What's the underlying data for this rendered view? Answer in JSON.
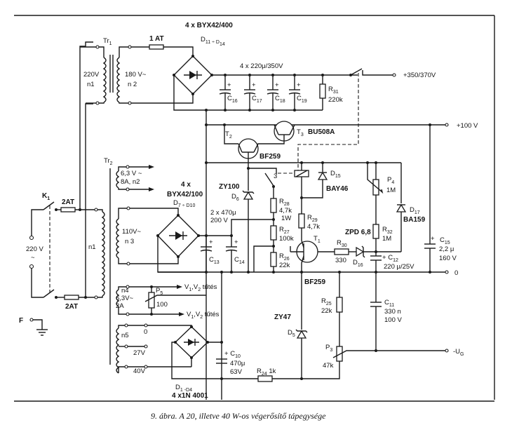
{
  "figure": {
    "caption": "9. ábra. A 20, illetve 40 W-os végerősítő tápegysége"
  },
  "mains": {
    "switch": "K",
    "switch_sub": "1",
    "voltage": "220 V",
    "ac_symbol": "~",
    "fuse_top": "2AT",
    "fuse_bottom": "2AT",
    "ground": "F"
  },
  "tr1": {
    "name": "Tr",
    "name_sub": "1",
    "primary_v": "220V",
    "primary_n": "n1",
    "secondary_v": "180 V~",
    "secondary_n": "n 2",
    "fuse": "1 AT"
  },
  "hv_rectifier": {
    "type": "4 x BYX42/400",
    "diodes": "D",
    "diodes_range": "11 ÷ D",
    "diodes_end": "14"
  },
  "hv_caps": {
    "label": "4 x 220μ/350V",
    "items": [
      {
        "name": "C",
        "sub": "16"
      },
      {
        "name": "C",
        "sub": "17"
      },
      {
        "name": "C",
        "sub": "18"
      },
      {
        "name": "C",
        "sub": "19"
      }
    ],
    "r31_name": "R",
    "r31_sub": "31",
    "r31_val": "220k",
    "output": "+350/370V"
  },
  "pass_transistors": {
    "t2": "T",
    "t2_sub": "2",
    "t2_type": "BF259",
    "t3": "T",
    "t3_sub": "3",
    "t3_type": "BU508A",
    "output_100": "+100 V"
  },
  "tr2": {
    "name": "Tr",
    "name_sub": "2",
    "w_n2_v": "6,3 V ~",
    "w_n2_a": "8A, n2",
    "n1": "n1",
    "w_n3_v": "110V~",
    "w_n3_n": "n 3",
    "w_n4_n": "n4",
    "w_n4_v": "6,3V~",
    "w_n4_a": "2A",
    "w_n5_n": "n5",
    "tap_0": "0",
    "tap_27": "27V",
    "tap_40": "40V"
  },
  "mv_rectifier": {
    "count": "4 x",
    "type": "BYX42/100",
    "diodes": "D",
    "range": "7 ÷ D",
    "end": "10",
    "caps_label": "2 x 470μ",
    "caps_v": "200 V",
    "c13": "C",
    "c13_sub": "13",
    "c14": "C",
    "c14_sub": "14"
  },
  "regulator": {
    "zy100": "ZY100",
    "d6": "D",
    "d6_sub": "6",
    "relay_pin": "3",
    "r28": "R",
    "r28_sub": "28",
    "r28_val": "4,7k",
    "r28_w": "1W",
    "r27": "R",
    "r27_sub": "27",
    "r27_val": "100k",
    "r26": "R",
    "r26_sub": "26",
    "r26_val": "22k",
    "d15": "D",
    "d15_sub": "15",
    "d15_type": "BAY46",
    "r29": "R",
    "r29_sub": "29",
    "r29_val": "4,7k",
    "t1": "T",
    "t1_sub": "1",
    "t1_type": "BF259",
    "r30": "R",
    "r30_sub": "30",
    "r30_val": "330",
    "d16": "D",
    "d16_sub": "16",
    "zpd": "ZPD 6,8",
    "p4": "P",
    "p4_sub": "4",
    "p4_val": "1M",
    "r32": "R",
    "r32_sub": "32",
    "r32_val": "1M",
    "d17": "D",
    "d17_sub": "17",
    "d17_type": "BA159",
    "c12": "C",
    "c12_sub": "12",
    "c12_val": "220 μ/25V",
    "c15": "C",
    "c15_sub": "15",
    "c15_val": "2,2 μ",
    "c15_v": "160 V",
    "output_0": "0"
  },
  "heater": {
    "p5": "P",
    "p5_sub": "5",
    "p5_val": "100",
    "out1": "V",
    "out1_rest": "1,V",
    "out1_sub2": "2",
    "out1_txt": "tűtés",
    "out2_txt": "tűtés"
  },
  "bias": {
    "bridge": "D",
    "bridge_range": "1 -D",
    "bridge_end": "4",
    "bridge_type": "4 x1N 4001",
    "c10": "C",
    "c10_sub": "10",
    "c10_val": "470μ",
    "c10_v": "63V",
    "r24": "R",
    "r24_sub": "24",
    "r24_val": "1k",
    "zy47": "ZY47",
    "d5": "D",
    "d5_sub": "5",
    "r25": "R",
    "r25_sub": "25",
    "r25_val": "22k",
    "c11": "C",
    "c11_sub": "11",
    "c11_val": "330 n",
    "c11_v": "100 V",
    "p3": "P",
    "p3_sub": "3",
    "p3_val": "47k",
    "output_ug": "-U",
    "output_ug_sub": "G"
  }
}
